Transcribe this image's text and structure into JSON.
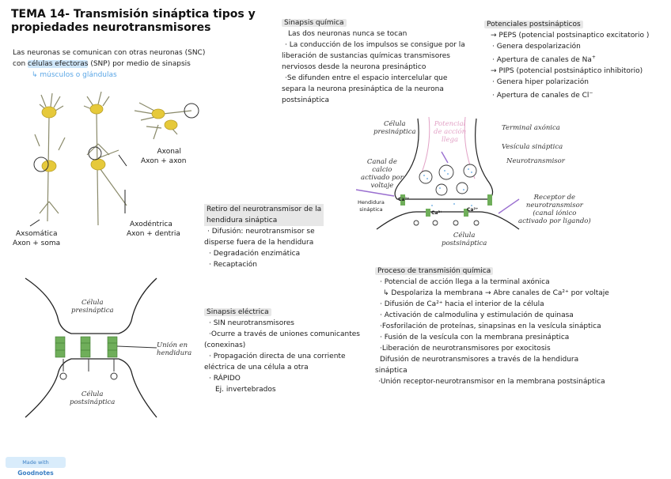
{
  "title": "TEMA 14- Transmisión sináptica tipos y propiedades neurotransmisores",
  "intro": {
    "line1": "Las neuronas se comunican con otras neuronas (SNC)",
    "line2_prefix": "con",
    "line2_highlight": "células efectoras",
    "line2_suffix": "(SNP) por medio de sinapsis",
    "sub": "↳ músculos o glándulas"
  },
  "neuron_types": {
    "axonal": "Axonal",
    "axonal_desc": "Axon + axon",
    "axodendritica": "Axodéntrica",
    "axodendritica_desc": "Axon + dentria",
    "axosomatica": "Axsomática",
    "axosomatica_desc": "Axon + soma"
  },
  "sinapsis_quimica": {
    "heading": "Sinapsis química",
    "lines": [
      "Las dos neuronas nunca se tocan",
      "· La conducción de los impulsos se consigue por la",
      "liberación de sustancias químicas transmisores",
      "nerviosos desde la neurona presináptico",
      "·Se difunden entre el espacio intercelular que",
      "separa la neurona presináptica de la neurona",
      "postsináptica"
    ]
  },
  "potenciales": {
    "heading": "Potenciales postsinápticos",
    "peps": "→ PEPS (potencial postsinaptico excitatorio )",
    "peps_items": [
      "· Genera despolarización",
      "· Apertura de canales de Na"
    ],
    "pips": "→ PIPS (potencial postsináptico inhibitorio)",
    "pips_items": [
      "· Genera hiper polarización",
      "· Apertura de canales de Cl"
    ],
    "na_sup": "+",
    "cl_sup": "−"
  },
  "retiro": {
    "heading_line1": "Retiro del neurotransmisor de la",
    "heading_line2": "hendidura sináptica",
    "lines": [
      "· Difusión: neurotransmisor se",
      "disperse fuera de la hendidura",
      "· Degradación enzimática",
      "· Recaptación"
    ]
  },
  "sinapsis_electrica": {
    "heading": "Sinapsis eléctrica",
    "lines": [
      "· SIN neurotransmisores",
      "·Ocurre a través de uniones comunicantes",
      "(conexinas)",
      "· Propagación directa de una corriente",
      "eléctrica de una célula a otra",
      "· RÁPIDO",
      "Ej. invertebrados"
    ]
  },
  "proceso": {
    "heading": "Proceso de transmisión química",
    "lines": [
      "· Potencial de acción llega a la terminal axónica",
      "↳ Despolariza la membrana → Abre canales de Ca²⁺ por voltaje",
      "· Difusión de Ca²⁺ hacia el interior de la célula",
      "· Activación de calmodulina y estimulación de quinasa",
      "·Fosforilación de proteínas, sinapsinas en la vesícula sináptica",
      "· Fusión de la vesícula con la membrana presináptica",
      "·Liberación de neurotransmisores por exocitosis",
      " Difusión de neurotransmisores a través de la hendidura",
      "sináptica",
      " ·Unión receptor-neurotransmisor en la membrana postsináptica"
    ]
  },
  "diagram_chem": {
    "cel_pre": [
      "Célula",
      "presináptica"
    ],
    "potencial": [
      "Potencial",
      "de acción",
      "llega"
    ],
    "terminal": "Terminal axónica",
    "vesicula": "Vesícula sináptica",
    "neurotransmisor": "Neurotransmisor",
    "canal": [
      "Canal de",
      "calcio",
      "activado por",
      "voltaje"
    ],
    "hendidura": [
      "Hendidura",
      "sináptica"
    ],
    "receptor": [
      "Receptor de",
      "neurotransmisor",
      "(canal iónico",
      "activado por ligando)"
    ],
    "cel_post": [
      "Célula",
      "postsináptica"
    ],
    "ca": "Ca²⁺"
  },
  "diagram_elec": {
    "cel_pre": [
      "Célula",
      "presináptica"
    ],
    "union": [
      "Unión en",
      "hendidura"
    ],
    "cel_post": [
      "Célula",
      "postsináptica"
    ]
  },
  "badge": {
    "made": "Made with",
    "brand": "Goodnotes"
  },
  "colors": {
    "neuron_body": "#e6c93a",
    "neuron_outline": "#8a8a6a",
    "gap_junction": "#6fae5a",
    "pink": "#e2a2c6",
    "purple": "#9a6fd0",
    "vesicle_fill": "#ffffff",
    "highlight_blue": "#cfe7fb",
    "highlight_gray": "#e7e7e7"
  }
}
